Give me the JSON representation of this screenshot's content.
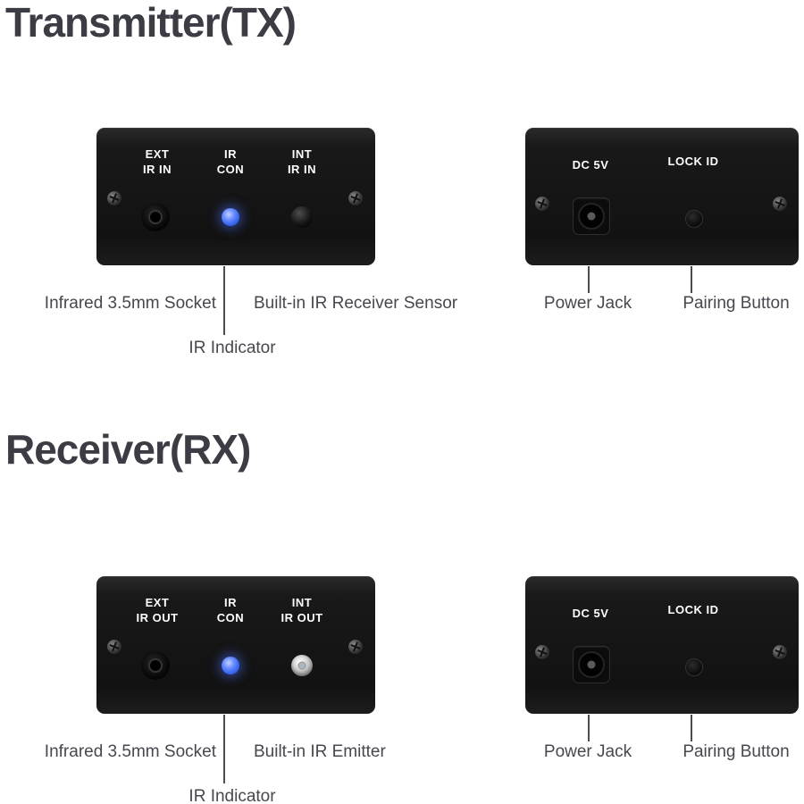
{
  "colors": {
    "background": "#ffffff",
    "panel": "#1b1b1b",
    "panel_label": "#ffffff",
    "title": "#3c3c45",
    "callout_text": "#47474f",
    "callout_line": "#4c4c52",
    "led_blue": "#3e6cf2"
  },
  "sections": [
    {
      "title": "Transmitter(TX)",
      "front_panel": {
        "port1_label": "EXT\nIR IN",
        "port2_label": "IR\nCON",
        "port3_label": "INT\nIR IN"
      },
      "back_panel": {
        "power_label": "DC 5V",
        "lock_label": "LOCK ID"
      },
      "callouts": {
        "socket": "Infrared 3.5mm Socket",
        "middle": "Built-in IR Receiver Sensor",
        "indicator": "IR Indicator",
        "power": "Power Jack",
        "pairing": "Pairing Button"
      }
    },
    {
      "title": "Receiver(RX)",
      "front_panel": {
        "port1_label": "EXT\nIR OUT",
        "port2_label": "IR\nCON",
        "port3_label": "INT\nIR OUT"
      },
      "back_panel": {
        "power_label": "DC 5V",
        "lock_label": "LOCK ID"
      },
      "callouts": {
        "socket": "Infrared 3.5mm Socket",
        "middle": "Built-in IR Emitter",
        "indicator": "IR Indicator",
        "power": "Power Jack",
        "pairing": "Pairing Button"
      }
    }
  ]
}
